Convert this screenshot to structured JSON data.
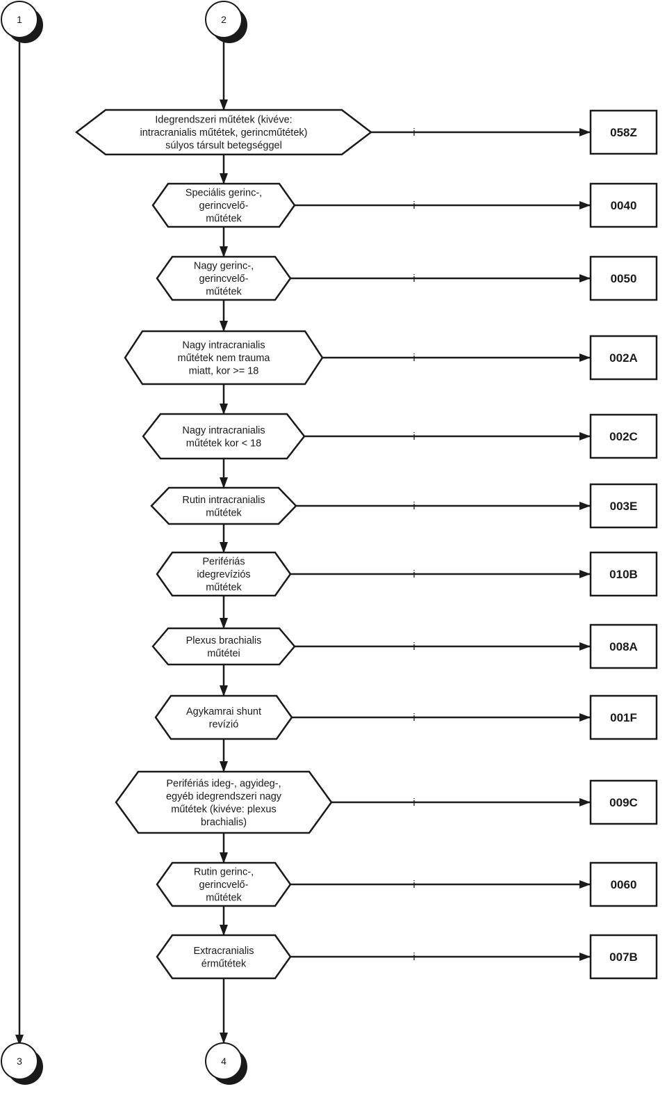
{
  "connectors": {
    "top_left": "1",
    "top_right": "2",
    "bottom_left": "3",
    "bottom_right": "4"
  },
  "yes_label": "i",
  "decisions": [
    {
      "lines": [
        "Idegrendszeri műtétek (kivéve:",
        "intracranialis műtétek, gerincműtétek)",
        "súlyos társult betegséggel"
      ],
      "code": "058Z"
    },
    {
      "lines": [
        "Speciális  gerinc-,",
        "gerincvelő-",
        "műtétek"
      ],
      "code": "0040"
    },
    {
      "lines": [
        "Nagy gerinc-,",
        "gerincvelő-",
        "műtétek"
      ],
      "code": "0050"
    },
    {
      "lines": [
        "Nagy intracranialis",
        "műtétek nem  trauma",
        "miatt, kor >= 18"
      ],
      "code": "002A"
    },
    {
      "lines": [
        "Nagy intracranialis",
        "műtétek kor < 18"
      ],
      "code": "002C"
    },
    {
      "lines": [
        "Rutin intracranialis",
        "műtétek"
      ],
      "code": "003E"
    },
    {
      "lines": [
        "Perifériás",
        "idegrevíziós",
        "műtétek"
      ],
      "code": "010B"
    },
    {
      "lines": [
        "Plexus brachialis",
        "műtétei"
      ],
      "code": "008A"
    },
    {
      "lines": [
        "Agykamrai shunt",
        "revízió"
      ],
      "code": "001F"
    },
    {
      "lines": [
        "Perifériás ideg-, agyideg-,",
        "egyéb idegrendszeri nagy",
        "műtétek (kivéve: plexus",
        "brachialis)"
      ],
      "code": "009C"
    },
    {
      "lines": [
        "Rutin gerinc-,",
        "gerincvelő-",
        "műtétek"
      ],
      "code": "0060"
    },
    {
      "lines": [
        "Extracranialis",
        "érműtétek"
      ],
      "code": "007B"
    }
  ]
}
